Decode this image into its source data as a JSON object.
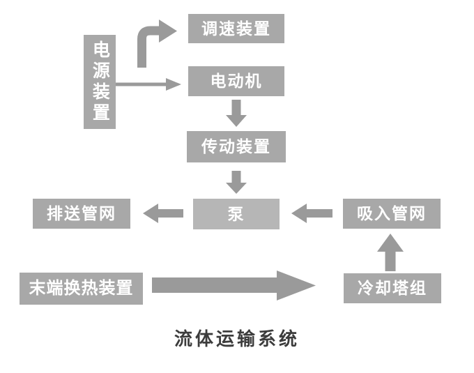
{
  "diagram": {
    "title": "流体运输系统",
    "nodes": {
      "power_supply": "电源装置",
      "speed_control": "调速装置",
      "motor": "电动机",
      "transmission": "传动装置",
      "pump": "泵",
      "discharge_network": "排送管网",
      "suction_network": "吸入管网",
      "terminal_heat_exchange": "末端换热装置",
      "cooling_tower": "冷却塔组"
    },
    "arrows": [
      {
        "name": "power-to-speed-control",
        "from": "电源装置",
        "to": "调速装置",
        "shape": "elbow-up-right"
      },
      {
        "name": "power-to-motor",
        "from": "电源装置",
        "to": "电动机",
        "shape": "thin-right"
      },
      {
        "name": "motor-to-transmission",
        "from": "电动机",
        "to": "传动装置",
        "shape": "down"
      },
      {
        "name": "transmission-to-pump",
        "from": "传动装置",
        "to": "泵",
        "shape": "down"
      },
      {
        "name": "pump-to-discharge",
        "from": "泵",
        "to": "排送管网",
        "shape": "left"
      },
      {
        "name": "suction-to-pump",
        "from": "吸入管网",
        "to": "泵",
        "shape": "left"
      },
      {
        "name": "cooling-tower-to-suction",
        "from": "冷却塔组",
        "to": "吸入管网",
        "shape": "up"
      },
      {
        "name": "heat-exchange-to-cooling-tower",
        "from": "末端换热装置",
        "to": "冷却塔组",
        "shape": "long-right"
      }
    ],
    "colors": {
      "background": "#ffffff",
      "box_fill": "#a8a8a8",
      "pump_box_fill": "#b6b6b6",
      "arrow_fill": "#9a9a9a",
      "box_text": "#ffffff",
      "title_text": "#3c3c3c"
    }
  }
}
